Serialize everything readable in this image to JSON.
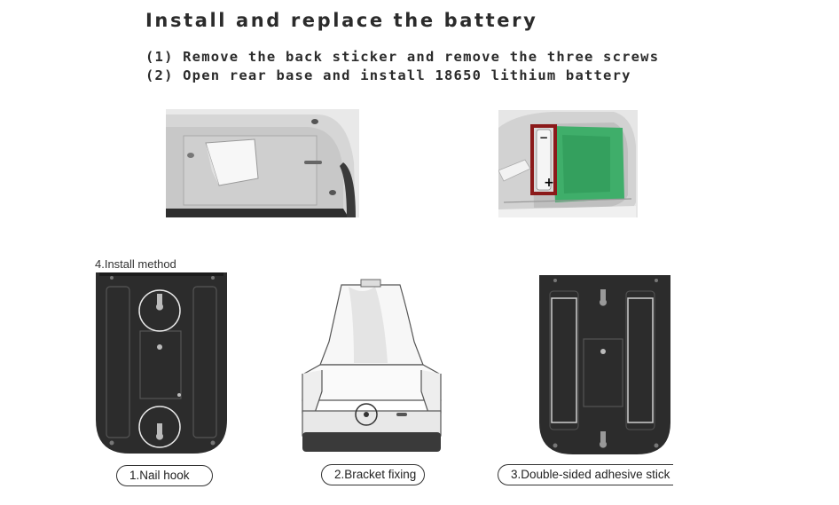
{
  "title": "Install and replace the battery",
  "steps": [
    "(1) Remove the back sticker and remove the three screws",
    "(2) Open rear base and install 18650 lithium battery"
  ],
  "battery_symbols": {
    "minus": "−",
    "plus": "+"
  },
  "install_method_label": "4.Install method",
  "methods": [
    {
      "label": "1.Nail hook"
    },
    {
      "label": "2.Bracket fixing"
    },
    {
      "label": "3.Double-sided adhesive stick"
    }
  ]
}
